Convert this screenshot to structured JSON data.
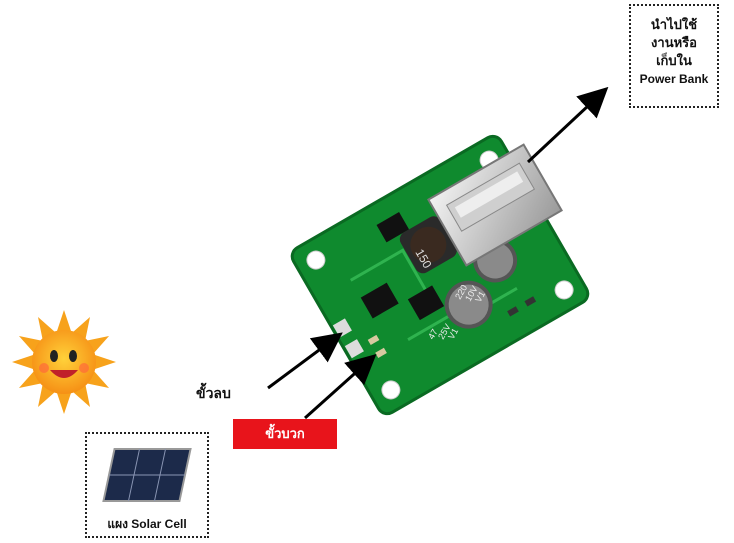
{
  "output_note": {
    "line1": "นำไปใช้",
    "line2": "งานหรือ",
    "line3": "เก็บใน",
    "line4": "Power Bank"
  },
  "solar_caption": "แผง Solar Cell",
  "negative_label": "ขั้วลบ",
  "positive_label": "ขั้วบวก",
  "pcb_markings": {
    "inductor": "150",
    "cap_top": [
      "220",
      "10V",
      "V1"
    ],
    "cap_bottom": [
      "47",
      "25V",
      "V1"
    ]
  },
  "colors": {
    "pcb": "#0f8a2e",
    "positive_bg": "#e8141b",
    "sun": "#f7a21b"
  },
  "icons": [
    "sun-icon",
    "solar-panel-icon",
    "usb-port-icon",
    "arrow-icon"
  ]
}
